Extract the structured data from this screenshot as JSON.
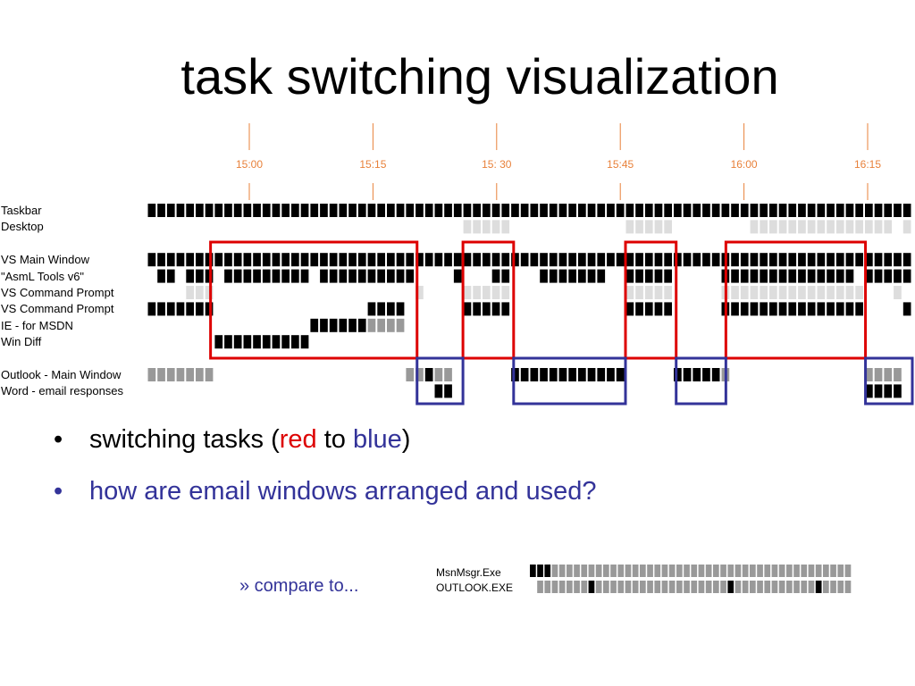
{
  "title": "task switching visualization",
  "timeline": {
    "ticks": [
      {
        "label": "15:00",
        "x": 0
      },
      {
        "label": "15:15",
        "x": 1
      },
      {
        "label": "15: 30",
        "x": 2
      },
      {
        "label": "15:45",
        "x": 3
      },
      {
        "label": "16:00",
        "x": 4
      },
      {
        "label": "16:15",
        "x": 5
      }
    ],
    "tick_color": "#e8813a",
    "rows": [
      {
        "label": "Taskbar",
        "segments": [
          [
            0,
            80,
            "b"
          ]
        ]
      },
      {
        "label": "Desktop",
        "segments": [
          [
            33,
            38,
            "l"
          ],
          [
            50,
            55,
            "l"
          ],
          [
            63,
            78,
            "l"
          ],
          [
            79,
            80,
            "l"
          ]
        ]
      },
      {
        "label": "",
        "segments": []
      },
      {
        "label": "VS Main Window",
        "segments": [
          [
            0,
            80,
            "b"
          ]
        ]
      },
      {
        "label": "\"AsmL Tools v6\"",
        "segments": [
          [
            1,
            3,
            "b"
          ],
          [
            4,
            7,
            "b"
          ],
          [
            8,
            17,
            "b"
          ],
          [
            18,
            28,
            "b"
          ],
          [
            32,
            33,
            "b"
          ],
          [
            36,
            38,
            "b"
          ],
          [
            41,
            48,
            "b"
          ],
          [
            50,
            55,
            "b"
          ],
          [
            60,
            61,
            "b"
          ],
          [
            61,
            74,
            "b"
          ],
          [
            75,
            80,
            "b"
          ]
        ]
      },
      {
        "label": "VS Command Prompt",
        "segments": [
          [
            4,
            7,
            "l"
          ],
          [
            28,
            29,
            "l"
          ],
          [
            33,
            38,
            "l"
          ],
          [
            50,
            55,
            "l"
          ],
          [
            60,
            75,
            "l"
          ],
          [
            78,
            79,
            "l"
          ]
        ]
      },
      {
        "label": "VS Command Prompt",
        "segments": [
          [
            0,
            7,
            "b"
          ],
          [
            23,
            27,
            "b"
          ],
          [
            33,
            38,
            "b"
          ],
          [
            50,
            55,
            "b"
          ],
          [
            60,
            75,
            "b"
          ],
          [
            79,
            80,
            "b"
          ]
        ]
      },
      {
        "label": "IE - for MSDN",
        "segments": [
          [
            17,
            23,
            "b"
          ],
          [
            23,
            27,
            "g"
          ]
        ]
      },
      {
        "label": "Win Diff",
        "segments": [
          [
            7,
            17,
            "b"
          ]
        ]
      },
      {
        "label": "",
        "segments": []
      },
      {
        "label": "Outlook - Main Window",
        "segments": [
          [
            0,
            7,
            "g"
          ],
          [
            27,
            29,
            "g"
          ],
          [
            29,
            30,
            "b"
          ],
          [
            30,
            32,
            "g"
          ],
          [
            38,
            50,
            "b"
          ],
          [
            55,
            60,
            "b"
          ],
          [
            60,
            61,
            "g"
          ],
          [
            75,
            79,
            "g"
          ]
        ]
      },
      {
        "label": "Word - email responses",
        "segments": [
          [
            30,
            32,
            "b"
          ],
          [
            75,
            79,
            "b"
          ]
        ]
      }
    ],
    "red_boxes": [
      [
        6.6,
        28.2
      ],
      [
        33,
        38.3
      ],
      [
        50,
        55.3
      ],
      [
        60.5,
        75.1
      ]
    ],
    "blue_boxes": [
      [
        28.2,
        33
      ],
      [
        38.3,
        50
      ],
      [
        55.3,
        60.5
      ],
      [
        75.1,
        80
      ]
    ],
    "colors": {
      "red": "#dd0000",
      "blue": "#333399",
      "block": "#000000",
      "gray": "#999999",
      "light": "#dddddd"
    }
  },
  "bullets": [
    {
      "color": "#000000",
      "parts": [
        {
          "text": "switching tasks (",
          "color": "#000000"
        },
        {
          "text": "red",
          "color": "#dd0000"
        },
        {
          "text": " to ",
          "color": "#000000"
        },
        {
          "text": "blue",
          "color": "#333399"
        },
        {
          "text": ")",
          "color": "#000000"
        }
      ]
    },
    {
      "color": "#333399",
      "parts": [
        {
          "text": "how are email windows arranged and used?",
          "color": "#333399"
        }
      ]
    }
  ],
  "compare": {
    "text": "»  compare to..."
  },
  "mini_chart": {
    "rows": [
      {
        "label": "MsnMsgr.Exe",
        "segments": [
          [
            0,
            3,
            "b"
          ],
          [
            3,
            44,
            "g"
          ]
        ]
      },
      {
        "label": "OUTLOOK.EXE",
        "segments": [
          [
            1,
            8,
            "g"
          ],
          [
            8,
            9,
            "b"
          ],
          [
            9,
            27,
            "g"
          ],
          [
            27,
            28,
            "b"
          ],
          [
            28,
            39,
            "g"
          ],
          [
            39,
            40,
            "b"
          ],
          [
            40,
            44,
            "g"
          ]
        ]
      }
    ]
  }
}
